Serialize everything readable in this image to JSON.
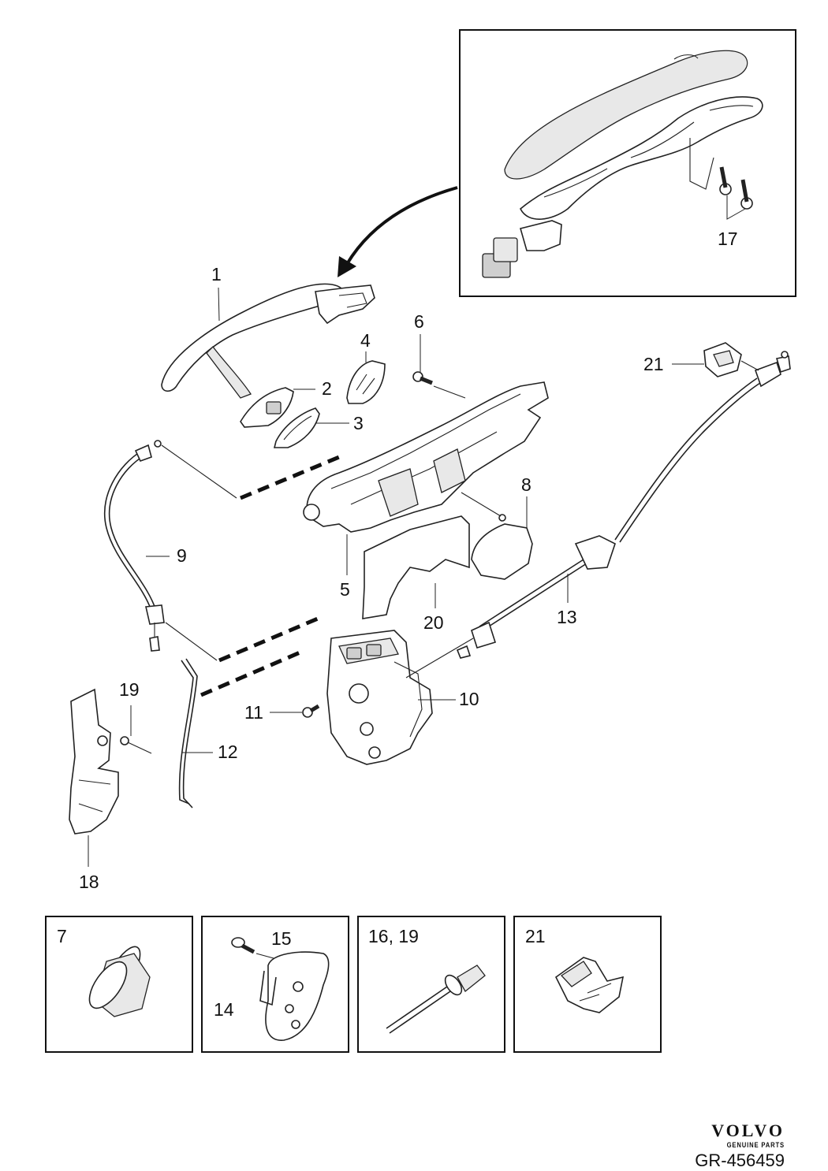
{
  "diagram": {
    "callouts": {
      "c1": "1",
      "c2": "2",
      "c3": "3",
      "c4": "4",
      "c5": "5",
      "c6": "6",
      "c8": "8",
      "c9": "9",
      "c10": "10",
      "c11": "11",
      "c12": "12",
      "c13": "13",
      "c17": "17",
      "c18": "18",
      "c19": "19",
      "c20": "20",
      "c21": "21"
    },
    "detail_boxes": [
      {
        "label": "7"
      },
      {
        "label_a": "15",
        "label_b": "14"
      },
      {
        "label": "16, 19"
      },
      {
        "label": "21"
      }
    ],
    "brand": {
      "logo": "VOLVO",
      "tagline": "GENUINE PARTS",
      "reference": "GR-456459"
    }
  }
}
